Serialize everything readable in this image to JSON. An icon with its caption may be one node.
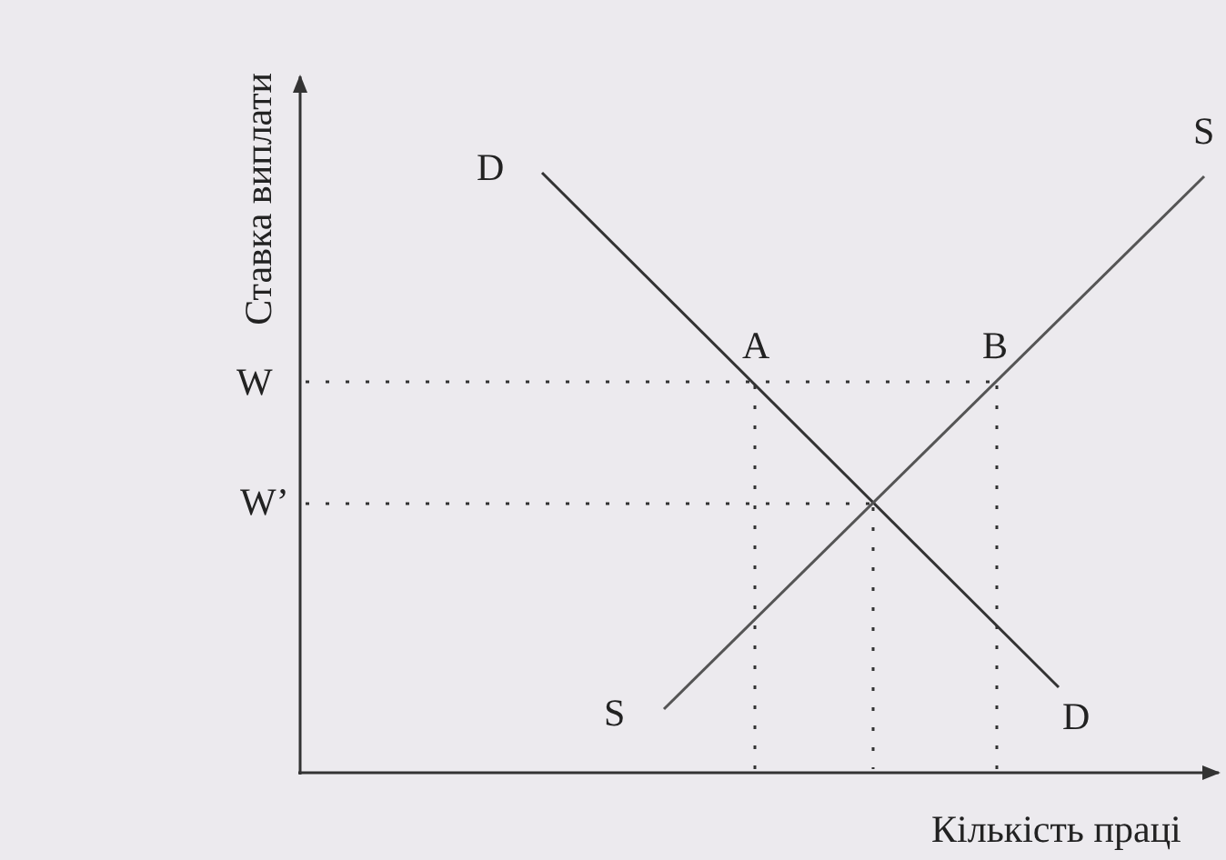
{
  "diagram": {
    "labels": [
      "Ставка виплати",
      "D",
      "A",
      "B",
      "S",
      "W",
      "W’",
      "S",
      "D",
      "Кількість праці"
    ]
  }
}
